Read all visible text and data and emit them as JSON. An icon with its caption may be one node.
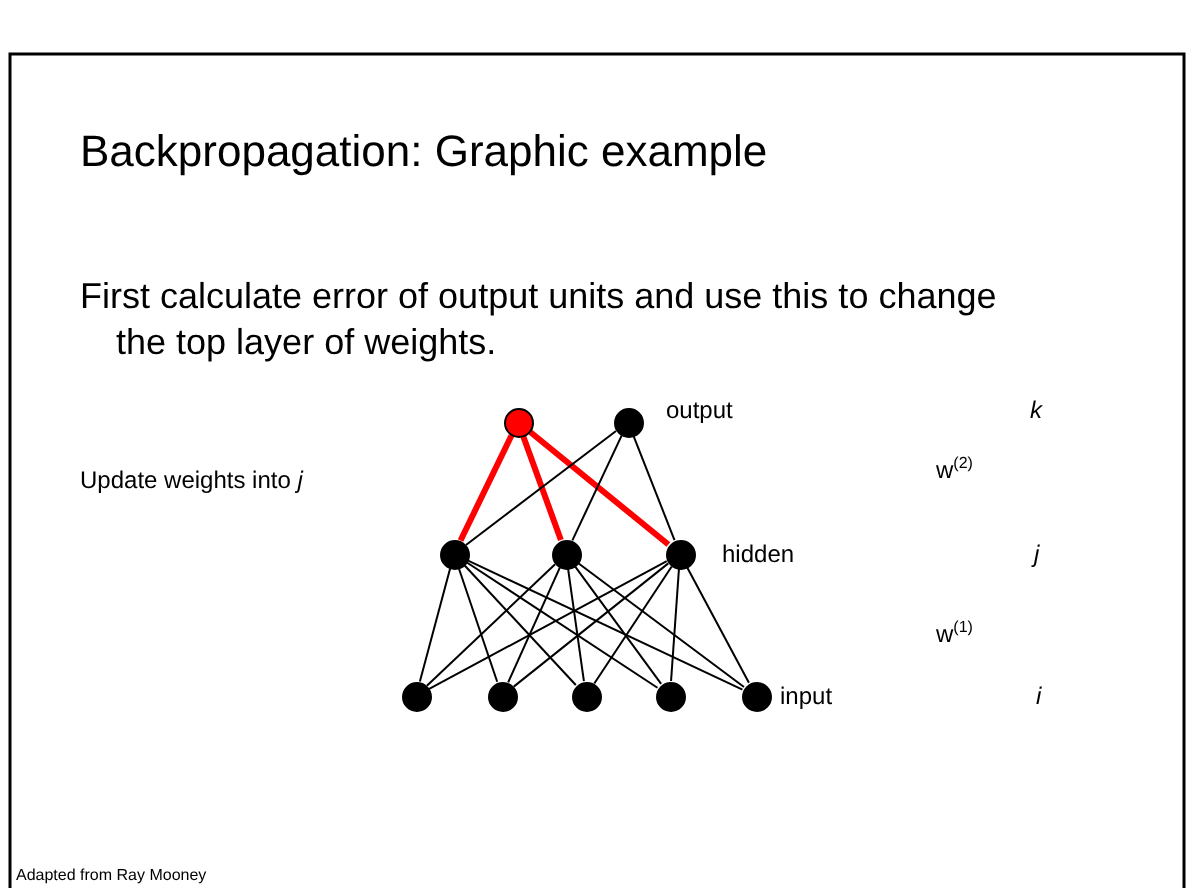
{
  "diagram": {
    "title": "Backpropagation: Graphic example",
    "caption": "First calculate error of output units and use this to change the top layer of weights.",
    "nodes": [
      {
        "text": [],
        "shape": "circle"
      },
      {
        "text": [],
        "shape": "circle"
      },
      {
        "text": [],
        "shape": "circle"
      },
      {
        "text": [],
        "shape": "circle"
      },
      {
        "text": [],
        "shape": "circle"
      },
      {
        "text": [],
        "shape": "circle"
      },
      {
        "text": [],
        "shape": "circle"
      },
      {
        "text": [],
        "shape": "circle"
      },
      {
        "text": [],
        "shape": "circle"
      },
      {
        "text": [],
        "shape": "circle"
      }
    ],
    "edges": [
      {
        "from": 0,
        "to": 2,
        "arrow": "none",
        "style": "thick",
        "color": "#ff0000"
      },
      {
        "from": 0,
        "to": 3,
        "arrow": "none",
        "style": "thick",
        "color": "#ff0000"
      },
      {
        "from": 0,
        "to": 4,
        "arrow": "none",
        "style": "thick",
        "color": "#ff0000"
      },
      {
        "from": 1,
        "to": 2,
        "arrow": "none"
      },
      {
        "from": 1,
        "to": 3,
        "arrow": "none"
      },
      {
        "from": 1,
        "to": 4,
        "arrow": "none"
      },
      {
        "from": 2,
        "to": 5,
        "arrow": "none"
      },
      {
        "from": 2,
        "to": 6,
        "arrow": "none"
      },
      {
        "from": 2,
        "to": 7,
        "arrow": "none"
      },
      {
        "from": 2,
        "to": 8,
        "arrow": "none"
      },
      {
        "from": 2,
        "to": 9,
        "arrow": "none"
      },
      {
        "from": 3,
        "to": 5,
        "arrow": "none"
      },
      {
        "from": 3,
        "to": 6,
        "arrow": "none"
      },
      {
        "from": 3,
        "to": 7,
        "arrow": "none"
      },
      {
        "from": 3,
        "to": 8,
        "arrow": "none"
      },
      {
        "from": 3,
        "to": 9,
        "arrow": "none"
      },
      {
        "from": 4,
        "to": 5,
        "arrow": "none"
      },
      {
        "from": 4,
        "to": 6,
        "arrow": "none"
      },
      {
        "from": 4,
        "to": 7,
        "arrow": "none"
      },
      {
        "from": 4,
        "to": 8,
        "arrow": "none"
      },
      {
        "from": 4,
        "to": 9,
        "arrow": "none"
      }
    ],
    "labels": [
      "Update weights into *j*",
      "output",
      "k",
      "w$^{(2)}$",
      "hidden",
      "j",
      "w$^{(1)}$",
      "input",
      "i",
      "Adapted from Ray Mooney"
    ]
  }
}
